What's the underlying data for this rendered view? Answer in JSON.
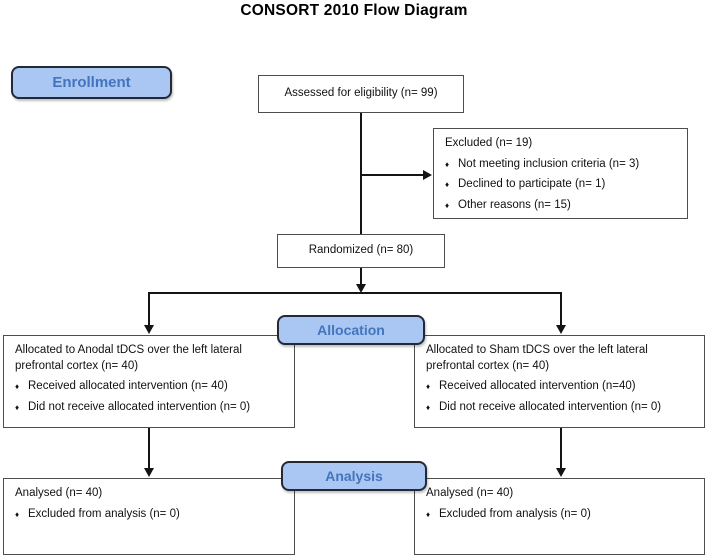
{
  "title": "CONSORT 2010 Flow Diagram",
  "bullet_glyph": "♦",
  "colors": {
    "badge_fill": "#a9c7f2",
    "badge_text": "#4374be",
    "badge_border": "#232a36",
    "box_border": "#4d4d4d",
    "connector": "#141414",
    "background": "#ffffff"
  },
  "badges": {
    "enrollment": "Enrollment",
    "allocation": "Allocation",
    "analysis": "Analysis"
  },
  "boxes": {
    "assessed": {
      "text": "Assessed for eligibility (n= 99)"
    },
    "excluded": {
      "title": "Excluded (n= 19)",
      "bullets": [
        "Not meeting inclusion criteria (n= 3)",
        "Declined to participate (n= 1)",
        "Other reasons (n= 15)"
      ]
    },
    "randomized": {
      "text": "Randomized (n= 80)"
    },
    "alloc_left": {
      "title": "Allocated to Anodal tDCS over the left lateral prefrontal cortex (n= 40)",
      "bullets": [
        "Received allocated intervention (n= 40)",
        "Did not receive allocated intervention (n= 0)"
      ]
    },
    "alloc_right": {
      "title": "Allocated to Sham tDCS over the left lateral prefrontal cortex (n= 40)",
      "bullets": [
        "Received allocated intervention (n=40)",
        "Did not receive allocated intervention (n= 0)"
      ]
    },
    "analysis_left": {
      "title": "Analysed (n= 40)",
      "bullets": [
        "Excluded from analysis (n= 0)"
      ]
    },
    "analysis_right": {
      "title": "Analysed (n= 40)",
      "bullets": [
        "Excluded from analysis (n= 0)"
      ]
    }
  }
}
